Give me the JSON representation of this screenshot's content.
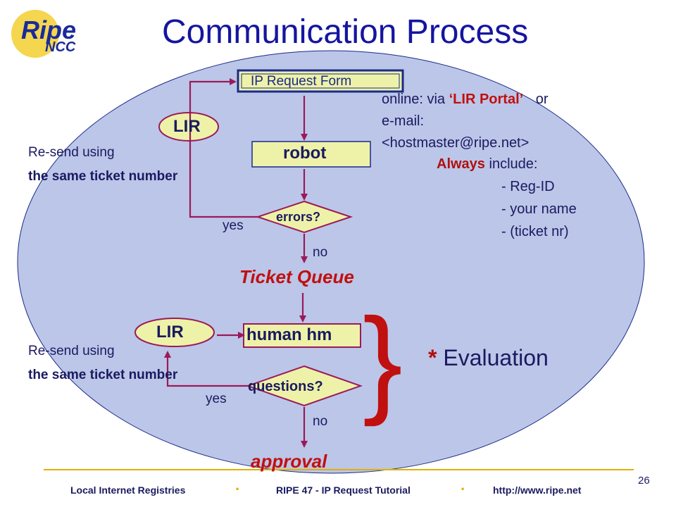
{
  "logo": {
    "ripe": "Ripe",
    "ncc": "NCC"
  },
  "title": "Communication Process",
  "flow": {
    "request_form": "IP Request Form",
    "lir_top": "LIR",
    "robot": "robot",
    "errors": "errors?",
    "yes_top": "yes",
    "no_top": "no",
    "ticket_queue": "Ticket Queue",
    "lir_bottom": "LIR",
    "human": "human hm",
    "questions": "questions?",
    "yes_bottom": "yes",
    "no_bottom": "no",
    "approval": "approval"
  },
  "resend_top": {
    "line1": "Re-send using",
    "line2": "the same ticket number"
  },
  "resend_bottom": {
    "line1": "Re-send using",
    "line2": "the same ticket number"
  },
  "info": {
    "online_prefix": "online: via",
    "portal": "‘LIR Portal’",
    "or": "or",
    "email_label": "e-mail:",
    "email": "<hostmaster@ripe.net>",
    "always": "Always",
    "include": "include:",
    "items": [
      "- Reg-ID",
      "- your name",
      "- (ticket nr)"
    ]
  },
  "evaluation": {
    "star": "*",
    "text": "Evaluation"
  },
  "footer": {
    "left": "Local Internet Registries",
    "center": "RIPE 47  - IP Request Tutorial",
    "right": "http://www.ripe.net",
    "page_number": "26"
  },
  "colors": {
    "ellipse": "#bcc6e8",
    "box_fill": "#eef2a8",
    "arrow": "#9a1a5a",
    "title": "#1515a0",
    "accent_red": "#c01010"
  }
}
